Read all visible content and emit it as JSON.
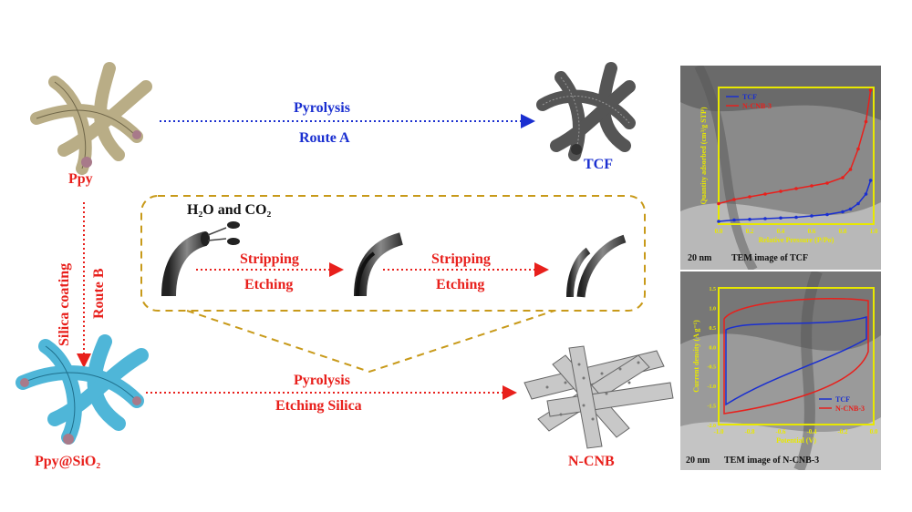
{
  "labels": {
    "ppy": "Ppy",
    "tcf": "TCF",
    "ppy_sio2": "Ppy@SiO₂",
    "ncnb": "N-CNB",
    "pyrolysis_a": "Pyrolysis",
    "route_a": "Route A",
    "silica_coating": "Silica coating",
    "route_b": "Route B",
    "h2o_co2": "H₂O and CO₂",
    "stripping1": "Stripping",
    "etching1": "Etching",
    "stripping2": "Stripping",
    "etching2": "Etching",
    "pyrolysis_b": "Pyrolysis",
    "etching_silica": "Etching Silica"
  },
  "colors": {
    "red": "#e8201c",
    "blue": "#1a2fd0",
    "gold": "#c89a1a",
    "ppy_tube": "#b9ad86",
    "sio2_tube": "#4fb6d8",
    "tcf_tube": "#555555",
    "panel_border": "#e8e800"
  },
  "panel_top": {
    "caption": "TEM image of TCF",
    "scale": "20 nm",
    "legend": [
      "TCF",
      "N-CNB-3"
    ],
    "ylabel": "Quantity adsorbed (cm³/g STP)",
    "xlabel": "Relative Pressure (P/Po)",
    "xticks": [
      "0.0",
      "0.2",
      "0.4",
      "0.6",
      "0.8",
      "1.0"
    ],
    "chart_data": {
      "type": "line",
      "xlabel": "Relative Pressure (P/Po)",
      "ylim": [
        0,
        1
      ],
      "series": [
        {
          "name": "TCF",
          "x": [
            0.0,
            0.1,
            0.2,
            0.3,
            0.4,
            0.5,
            0.6,
            0.7,
            0.8,
            0.85,
            0.9,
            0.95,
            0.98
          ],
          "y": [
            0.02,
            0.03,
            0.035,
            0.04,
            0.045,
            0.05,
            0.06,
            0.07,
            0.09,
            0.11,
            0.15,
            0.22,
            0.32
          ]
        },
        {
          "name": "N-CNB-3",
          "x": [
            0.0,
            0.1,
            0.2,
            0.3,
            0.4,
            0.5,
            0.6,
            0.7,
            0.8,
            0.85,
            0.9,
            0.95,
            0.98
          ],
          "y": [
            0.15,
            0.18,
            0.2,
            0.22,
            0.24,
            0.26,
            0.28,
            0.3,
            0.34,
            0.4,
            0.55,
            0.75,
            0.98
          ]
        }
      ]
    }
  },
  "panel_bottom": {
    "caption": "TEM image of N-CNB-3",
    "scale": "20 nm",
    "legend": [
      "TCF",
      "N-CNB-3"
    ],
    "ylabel": "Current density (A g⁻¹)",
    "xlabel": "Potential (V)",
    "xticks": [
      "-1.0",
      "-0.8",
      "-0.6",
      "-0.4",
      "-0.2",
      "0.0"
    ],
    "yticks": [
      "1.5",
      "1.0",
      "0.5",
      "0.0",
      "-0.5",
      "-1.0",
      "-1.5",
      "-2.0"
    ]
  }
}
